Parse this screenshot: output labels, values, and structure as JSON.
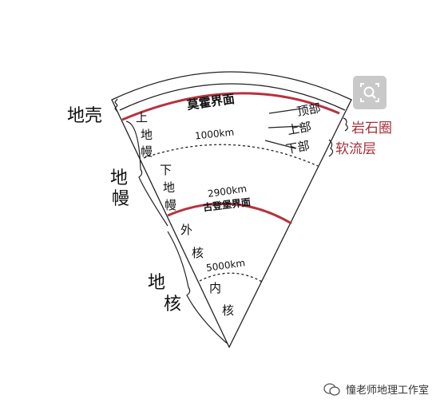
{
  "labels": {
    "crust": "地壳",
    "mantle": [
      "地",
      "幔"
    ],
    "core": [
      "地",
      "核"
    ],
    "upper_mantle": [
      "上",
      "地",
      "幔"
    ],
    "lower_mantle": [
      "下",
      "地",
      "幔"
    ],
    "outer_core": [
      "外",
      "核"
    ],
    "inner_core": [
      "内",
      "核"
    ],
    "moho": "莫霍界面",
    "gutenberg": "古登堡界面",
    "depth_1000": "1000km",
    "depth_2900": "2900km",
    "depth_5000": "5000km",
    "upper_part": "上部",
    "top_part": "顶部",
    "lower_part": "下部",
    "lithosphere": "岩石圈",
    "asthenosphere": "软流层"
  },
  "watermark": {
    "text": "憧老师地理工作室"
  },
  "colors": {
    "boundary_red": "#b5333f",
    "label_red": "#a4303a"
  },
  "icons": {
    "zoom": "zoom-magnifier-icon",
    "wechat": "wechat-logo-icon"
  }
}
